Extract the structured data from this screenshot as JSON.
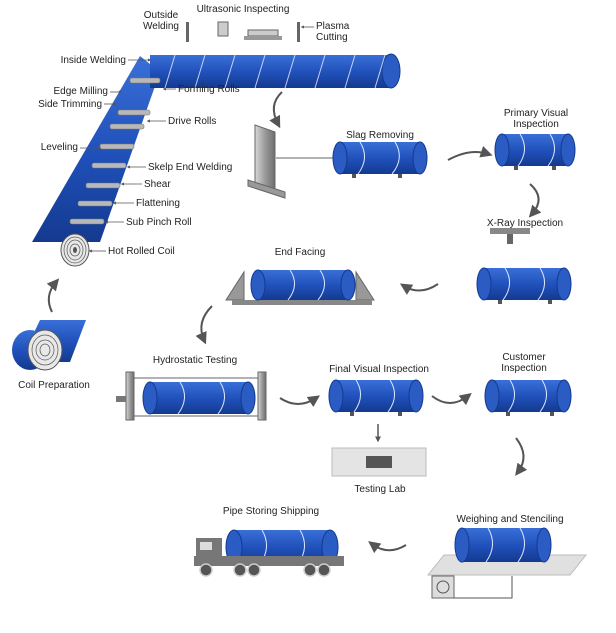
{
  "colors": {
    "pipe_blue": "#1f4fb8",
    "pipe_dark": "#143a8f",
    "seam": "#dfe8ff",
    "machine_grey": "#8c8c8c",
    "arrow_grey": "#555555"
  },
  "labels": {
    "outside_welding": "Outside\nWelding",
    "ultrasonic_inspecting": "Ultrasonic Inspecting",
    "plasma_cutting": "Plasma\nCutting",
    "inside_welding": "Inside Welding",
    "forming_rolls": "Forming Rolls",
    "edge_milling": "Edge Milling",
    "side_trimming": "Side Trimming",
    "drive_rolls": "Drive Rolls",
    "leveling": "Leveling",
    "skelp_end_welding": "Skelp End Welding",
    "shear": "Shear",
    "flattening": "Flattening",
    "sub_pinch_roll": "Sub Pinch Roll",
    "hot_rolled_coil": "Hot Rolled Coil",
    "coil_preparation": "Coil  Preparation",
    "slag_removing": "Slag Removing",
    "primary_visual_inspection": "Primary Visual\nInspection",
    "xray_inspection": "X-Ray Inspection",
    "end_facing": "End Facing",
    "hydrostatic_testing": "Hydrostatic Testing",
    "final_visual_inspection": "Final Visual Inspection",
    "customer_inspection": "Customer\nInspection",
    "testing_lab": "Testing Lab",
    "weighing_and_stenciling": "Weighing and Stenciling",
    "pipe_storing_shipping": "Pipe Storing Shipping"
  }
}
